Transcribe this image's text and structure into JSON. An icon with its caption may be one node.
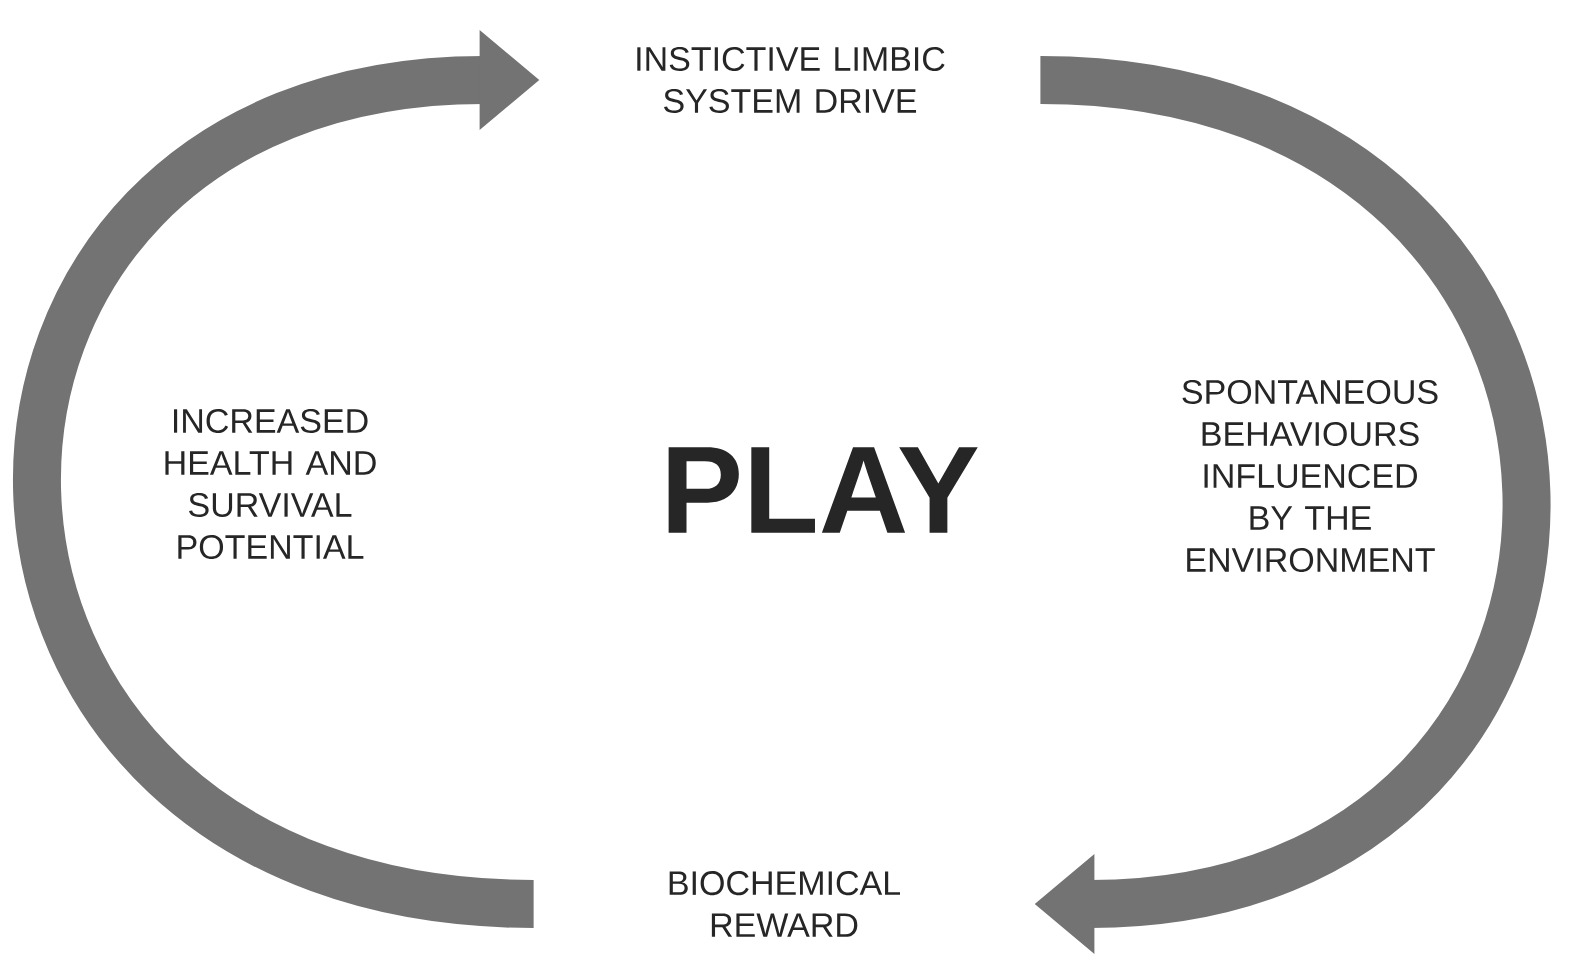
{
  "diagram": {
    "nodes": [
      {
        "text": [
          "INSTICTIVE LIMBIC SYSTEM DRIVE"
        ]
      },
      {
        "text": [
          "BIOCHEMICAL REWARD"
        ]
      }
    ],
    "edges": [
      {
        "from": 0,
        "to": 1,
        "arrow": "to"
      },
      {
        "from": 1,
        "to": 0,
        "arrow": "to"
      }
    ],
    "labels": [
      "INCREASED HEALTH AND SURVIVAL POTENTIAL",
      "PLAY",
      "SPONTANEOUS BEHAVIOURS INFLUENCED BY THE ENVIRONMENT"
    ]
  }
}
